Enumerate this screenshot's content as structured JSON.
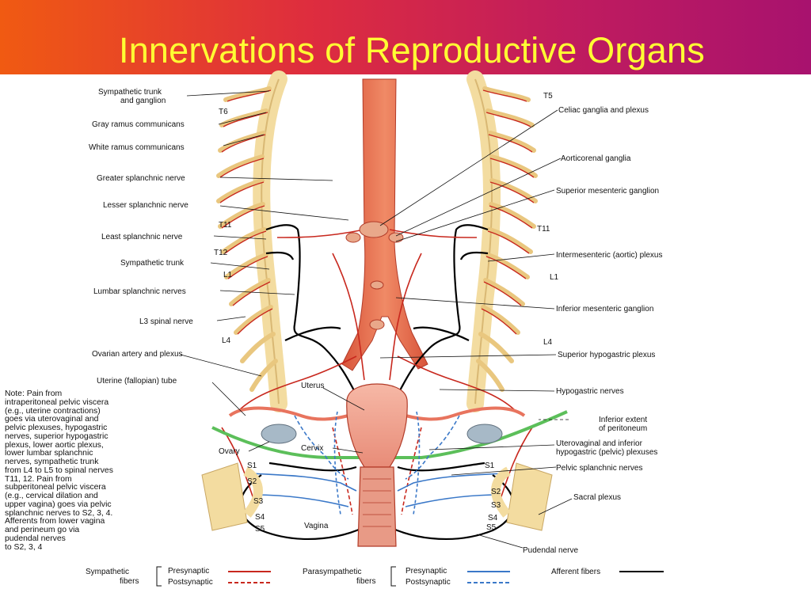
{
  "title": "Innervations of Reproductive Organs",
  "labels": {
    "sympathetic_trunk_ganglion_1": "Sympathetic trunk",
    "sympathetic_trunk_ganglion_2": "and ganglion",
    "t6": "T6",
    "gray_ramus": "Gray ramus communicans",
    "white_ramus": "White ramus communicans",
    "greater_splanchnic": "Greater splanchnic nerve",
    "lesser_splanchnic": "Lesser splanchnic nerve",
    "t11_left": "T11",
    "least_splanchnic": "Least splanchnic nerve",
    "t12": "T12",
    "sympathetic_trunk": "Sympathetic trunk",
    "l1_left": "L1",
    "lumbar_splanchnic": "Lumbar splanchnic nerves",
    "l3_spinal": "L3 spinal nerve",
    "l4_left": "L4",
    "ovarian_artery": "Ovarian artery and plexus",
    "uterine_tube": "Uterine (fallopian) tube",
    "uterus": "Uterus",
    "ovary": "Ovary",
    "cervix": "Cervix",
    "vagina": "Vagina",
    "s1_left": "S1",
    "s2_left": "S2",
    "s3_left": "S3",
    "s4_left": "S4",
    "s5_left": "S5",
    "t5": "T5",
    "celiac": "Celiac ganglia and plexus",
    "aorticorenal": "Aorticorenal ganglia",
    "superior_mesenteric": "Superior mesenteric ganglion",
    "t11_right": "T11",
    "intermesenteric": "Intermesenteric (aortic) plexus",
    "l1_right": "L1",
    "inferior_mesenteric": "Inferior mesenteric ganglion",
    "l4_right": "L4",
    "superior_hypogastric": "Superior hypogastric plexus",
    "hypogastric_nerves": "Hypogastric nerves",
    "peritoneum_1": "Inferior extent",
    "peritoneum_2": "of peritoneum",
    "uterovaginal_1": "Uterovaginal and inferior",
    "uterovaginal_2": "hypogastric (pelvic) plexuses",
    "s1_right": "S1",
    "pelvic_splanchnic": "Pelvic splanchnic nerves",
    "s2_right": "S2",
    "s3_right": "S3",
    "sacral_plexus": "Sacral plexus",
    "s4_right": "S4",
    "s5_right": "S5",
    "pudendal": "Pudendal nerve"
  },
  "note_lines": [
    "Note: Pain from",
    "intraperitoneal pelvic viscera",
    "(e.g., uterine contractions)",
    "goes via uterovaginal and",
    "pelvic plexuses, hypogastric",
    "nerves, superior hypogastric",
    "plexus, lower aortic plexus,",
    "lower lumbar splanchnic",
    "nerves, sympathetic trunk",
    "from L4 to L5 to spinal nerves",
    "T11, 12. Pain from",
    "subperitoneal pelvic viscera",
    "(e.g., cervical dilation and",
    "upper vagina) goes via pelvic",
    "splanchnic nerves to S2, 3, 4.",
    "Afferents from lower vagina",
    "and perineum go via",
    "pudendal nerves",
    "to S2, 3, 4"
  ],
  "legend": {
    "sympathetic_1": "Sympathetic",
    "sympathetic_2": "fibers",
    "presynaptic": "Presynaptic",
    "postsynaptic": "Postsynaptic",
    "parasympathetic_1": "Parasympathetic",
    "parasympathetic_2": "fibers",
    "presynaptic_2": "Presynaptic",
    "postsynaptic_2": "Postsynaptic",
    "afferent": "Afferent fibers"
  },
  "colors": {
    "title_text": "#ffff33",
    "sympathetic": "#c8281e",
    "parasympathetic": "#3a78c8",
    "afferent": "#000000",
    "vertebra": "#f3dca0",
    "peritoneum": "#5cbf5a"
  }
}
